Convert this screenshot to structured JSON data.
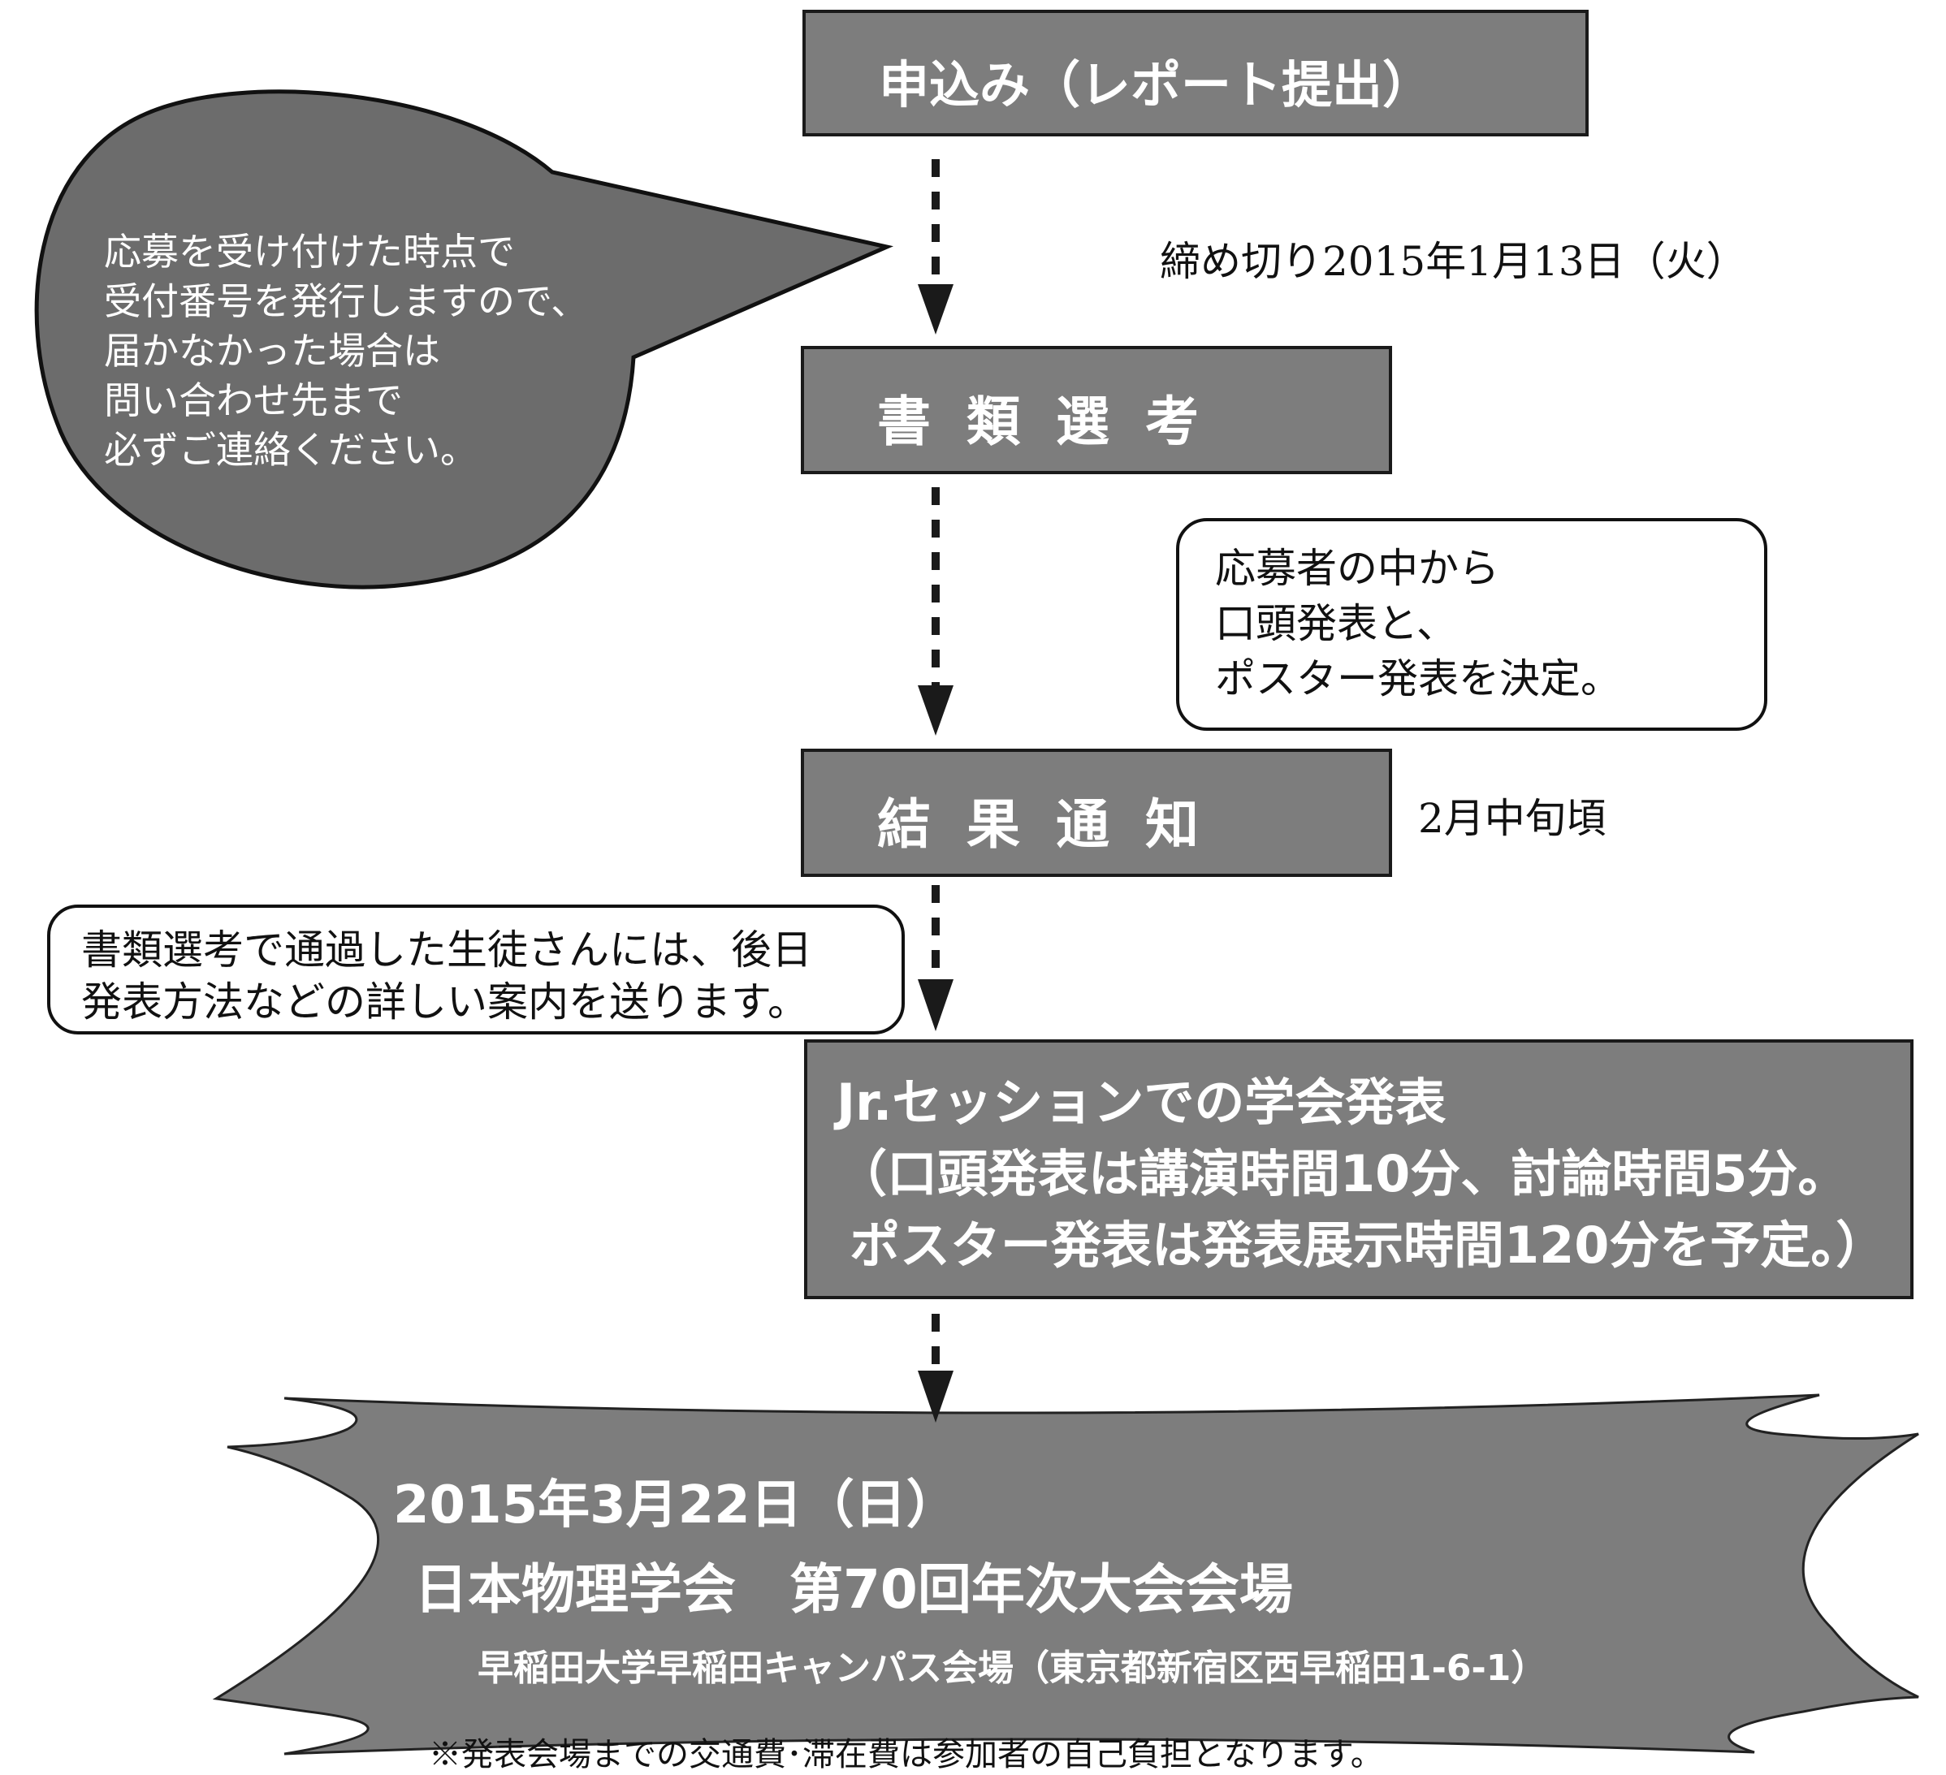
{
  "colors": {
    "box_fill": "#7d7d7d",
    "border": "#1a1a1a",
    "text_on_box": "#ffffff",
    "bubble_fill": "#6c6c6c"
  },
  "steps": {
    "apply": "申込み（レポート提出）",
    "screening": "書類選考",
    "result": "結果通知",
    "presentation": {
      "line1": "Jr.セッションでの学会発表",
      "line2": "（口頭発表は講演時間10分、討論時間5分。",
      "line3": "ポスター発表は発表展示時間120分を予定。）"
    }
  },
  "deadline": "締め切り2015年1月13日（火）",
  "result_time": "2月中旬頃",
  "bubble": {
    "lines": [
      "応募を受け付けた時点で",
      "受付番号を発行しますので、",
      "届かなかった場合は",
      "問い合わせ先まで",
      "必ずご連絡ください。"
    ]
  },
  "selection_note": {
    "lines": [
      "応募者の中から",
      "口頭発表と、",
      "ポスター発表を決定。"
    ]
  },
  "guidance_note": {
    "lines": [
      "書類選考で通過した生徒さんには、後日",
      "発表方法などの詳しい案内を送ります。"
    ]
  },
  "event": {
    "date": "2015年3月22日（日）",
    "venue": "日本物理学会　第70回年次大会会場",
    "place": "早稲田大学早稲田キャンパス会場（東京都新宿区西早稲田1-6-1）"
  },
  "footnote": "※発表会場までの交通費･滞在費は参加者の自己負担となります。"
}
